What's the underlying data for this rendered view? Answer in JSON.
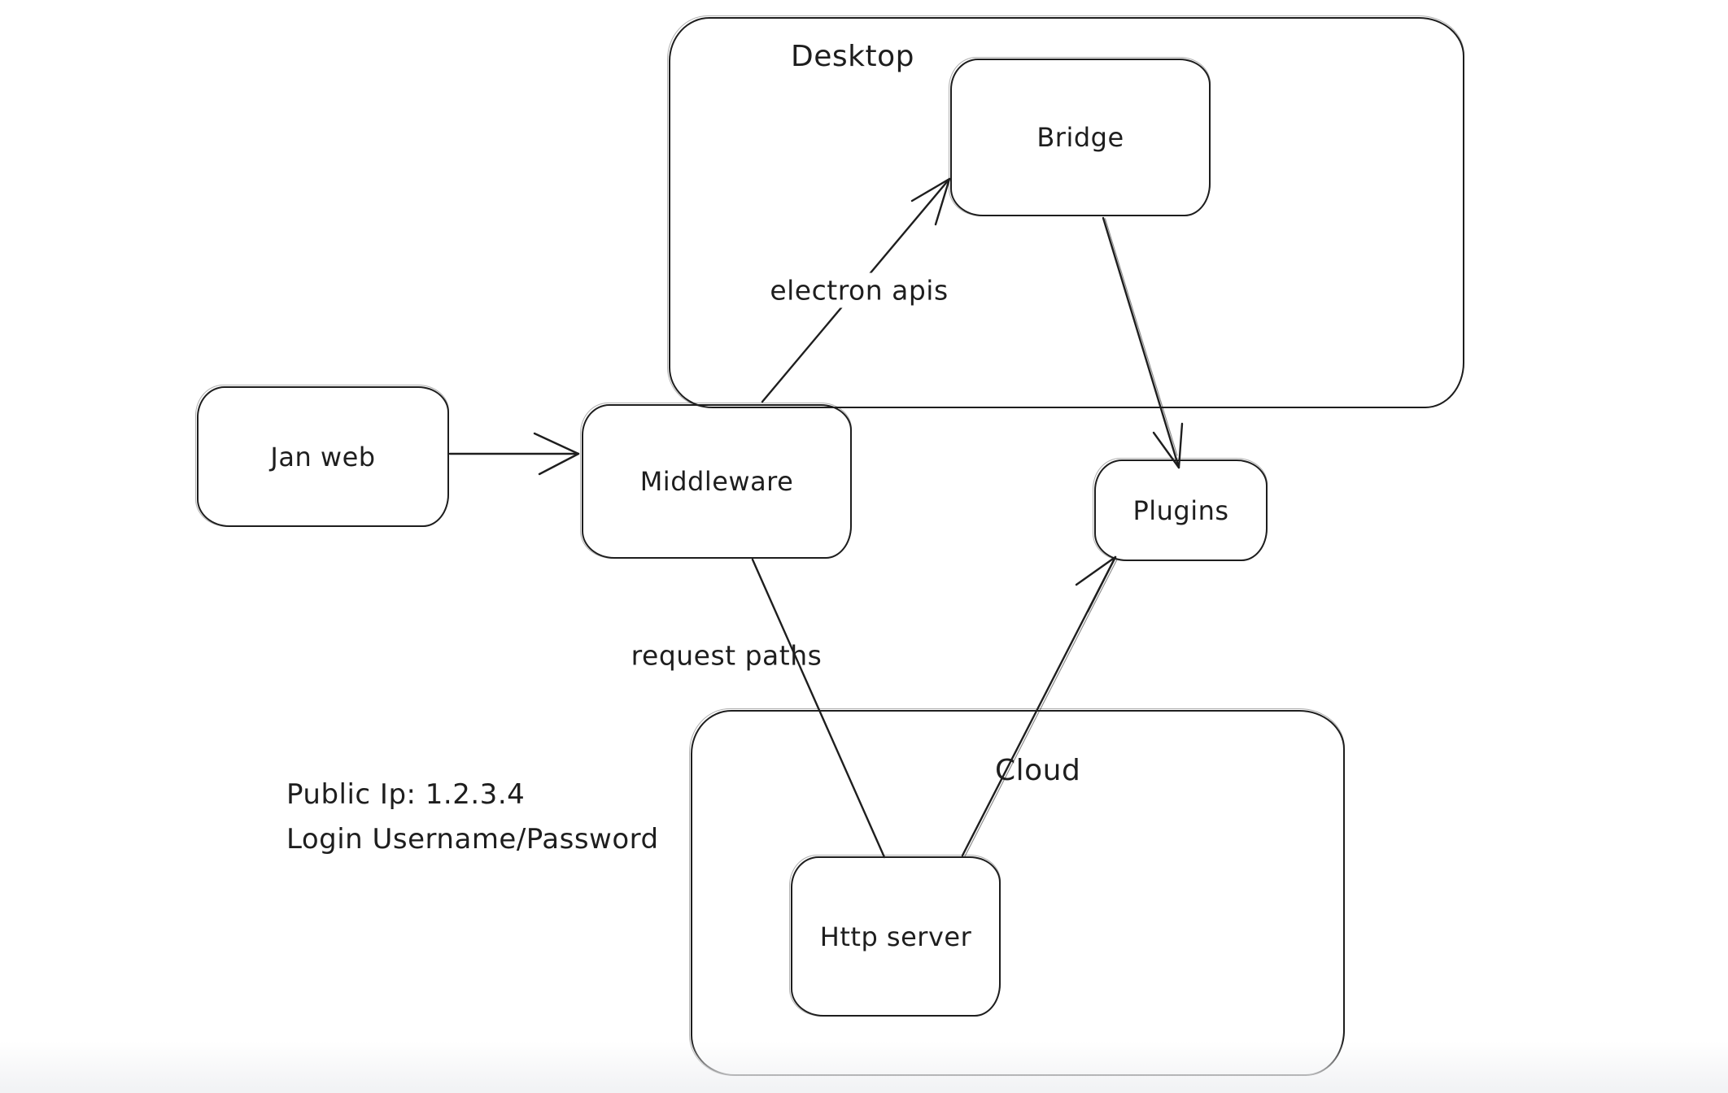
{
  "diagram": {
    "containers": {
      "desktop": {
        "label": "Desktop"
      },
      "cloud": {
        "label": "Cloud"
      }
    },
    "nodes": {
      "jan_web": {
        "label": "Jan web"
      },
      "middleware": {
        "label": "Middleware"
      },
      "bridge": {
        "label": "Bridge"
      },
      "plugins": {
        "label": "Plugins"
      },
      "http_server": {
        "label": "Http server"
      }
    },
    "edge_labels": {
      "electron_apis": "electron apis",
      "request_paths": "request paths"
    },
    "notes": {
      "line1": "Public Ip: 1.2.3.4",
      "line2": "Login Username/Password"
    },
    "colors": {
      "stroke": "#1e1e1e",
      "background": "#ffffff",
      "bottom_fade": "#f2f3f5"
    }
  }
}
